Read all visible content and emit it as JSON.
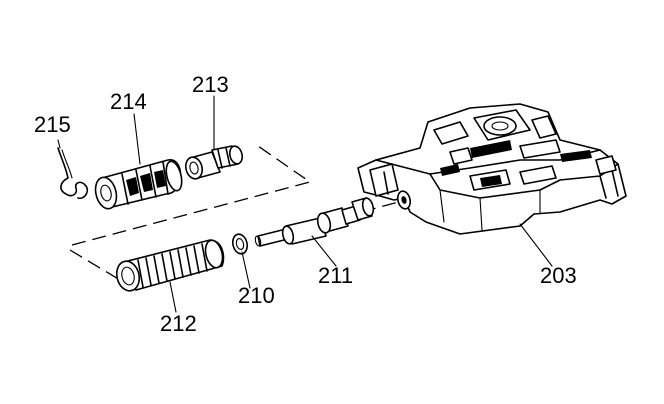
{
  "diagram": {
    "callouts": [
      {
        "id": "215",
        "text": "215"
      },
      {
        "id": "214",
        "text": "214"
      },
      {
        "id": "213",
        "text": "213"
      },
      {
        "id": "212",
        "text": "212"
      },
      {
        "id": "210",
        "text": "210"
      },
      {
        "id": "211",
        "text": "211"
      },
      {
        "id": "203",
        "text": "203"
      }
    ]
  },
  "colors": {
    "ink": "#000000",
    "background": "#ffffff"
  }
}
